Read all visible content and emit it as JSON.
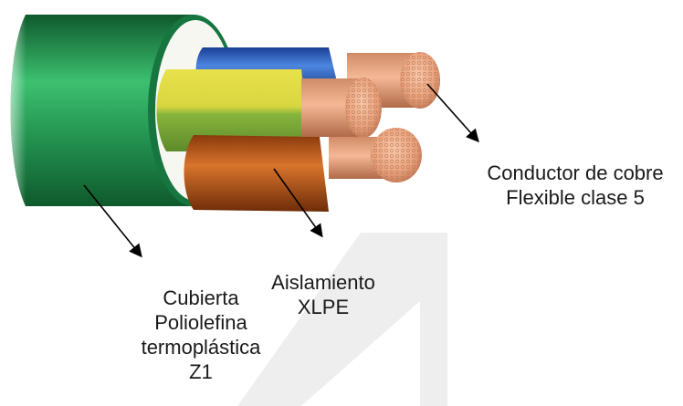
{
  "labels": {
    "conductor": [
      "Conductor de cobre",
      "Flexible clase 5"
    ],
    "aislamiento": [
      "Aislamiento",
      "XLPE"
    ],
    "cubierta": [
      "Cubierta",
      "Poliolefina",
      "termoplástica",
      "Z1"
    ]
  },
  "colors": {
    "jacket": "#1f8a4a",
    "jacket_dark": "#0f5a2c",
    "jacket_light": "#3cc070",
    "filler": "#f7f7f2",
    "insulation_blue": "#2255b8",
    "insulation_yellow_green": "#b8c83a",
    "insulation_brown": "#b8581a",
    "copper": "#e8a27c",
    "copper_dark": "#c07a58",
    "watermark": "#eeeeee"
  }
}
